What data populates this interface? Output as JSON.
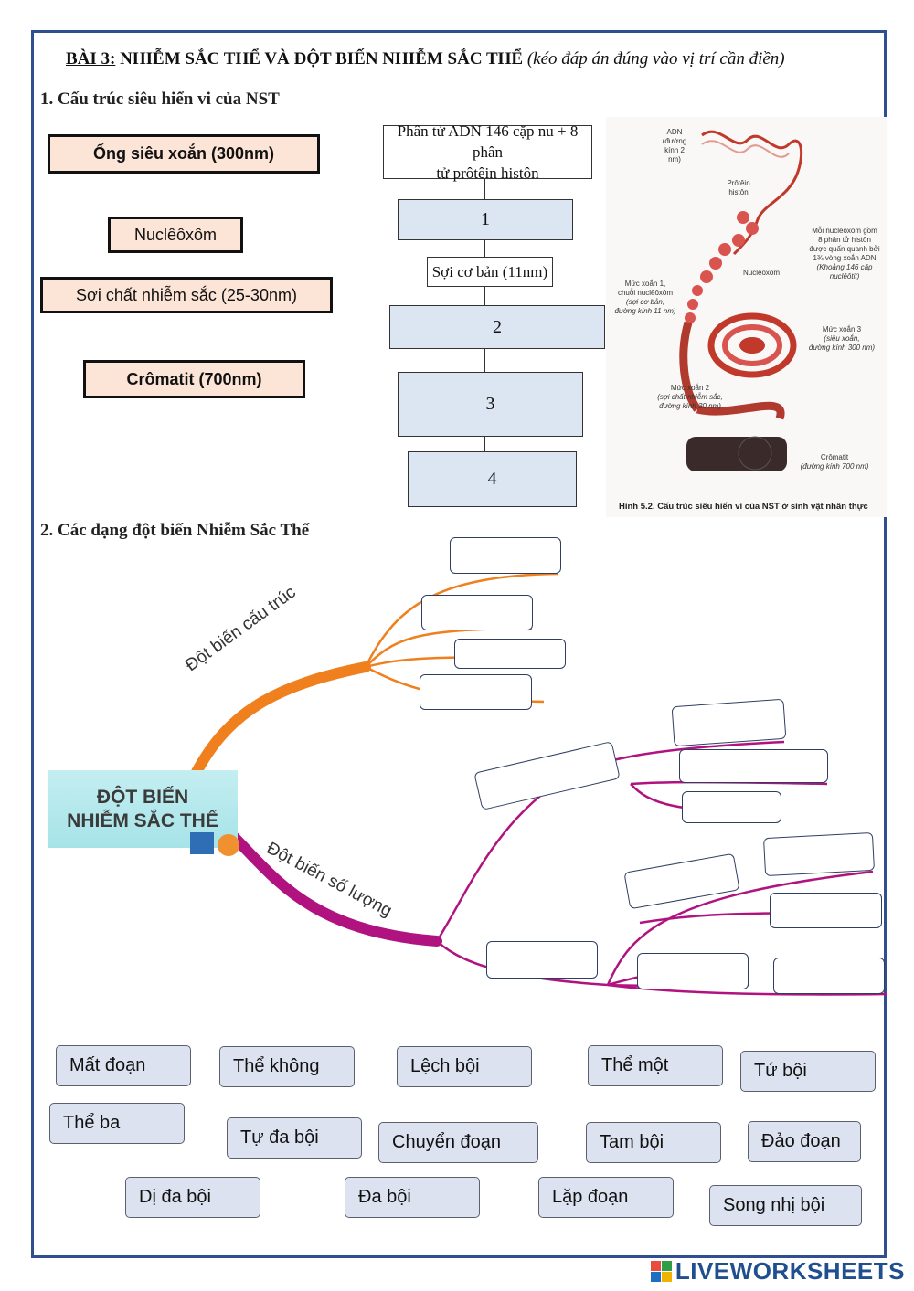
{
  "header": {
    "title_label": "BÀI 3:",
    "title_main": " NHIỄM SẮC THỂ VÀ ĐỘT BIẾN NHIỄM SẮC THỂ",
    "title_note": " (kéo đáp án đúng vào vị trí cần điền)"
  },
  "section1": {
    "heading": "1. Cấu trúc siêu hiển vi của NST",
    "answers": [
      "Ống siêu xoắn (300nm)",
      "Nuclêôxôm",
      "Sơi chất nhiễm sắc (25-30nm)",
      "Crômatit (700nm)"
    ],
    "flow": {
      "top_line1": "Phân tử ADN 146 cặp nu + 8 phân",
      "top_line2": "tử prôtêin histôn",
      "box1": "1",
      "middle": "Sợi cơ bản (11nm)",
      "box2": "2",
      "box3": "3",
      "box4": "4"
    },
    "figure": {
      "adn": "ADN",
      "adn_sub": "(đường kính 2 nm)",
      "protein_1": "Prôtêin",
      "protein_2": "histôn",
      "nucleosome_note_1": "Mỗi nuclêôxôm gồm",
      "nucleosome_note_2": "8 phân tử histôn",
      "nucleosome_note_3": "được quấn quanh bởi",
      "nucleosome_note_4": "1¾ vòng xoắn ADN",
      "nucleosome_note_5": "(Khoảng 146 cặp",
      "nucleosome_note_6": "nuclêôtit)",
      "nucleosome": "Nuclêôxôm",
      "level1_1": "Mức xoắn 1,",
      "level1_2": "chuỗi nuclêôxôm",
      "level1_3": "(sợi cơ bản,",
      "level1_4": "đường kính 11 nm)",
      "level3_1": "Mức xoắn 3",
      "level3_2": "(siêu xoắn,",
      "level3_3": "đường kính 300 nm)",
      "level2_1": "Mức xoắn 2",
      "level2_2": "(sợi chất nhiễm sắc,",
      "level2_3": "đường kính 30 nm)",
      "chromatid_1": "Crômatit",
      "chromatid_2": "(đường kính 700 nm)",
      "caption": "Hình 5.2. Cấu trúc siêu hiển vi của NST ở sinh vật nhân thực"
    }
  },
  "section2": {
    "heading": "2. Các dạng đột biến Nhiễm Sắc Thể",
    "center_line1": "ĐỘT BIẾN",
    "center_line2": "NHIỄM SẮC THỂ",
    "branch_structure": "Đột biến cấu trúc",
    "branch_number": "Đột biến số lượng",
    "structure_color": "#f07f1e",
    "number_color": "#b0137f"
  },
  "word_bank": [
    "Mất đoạn",
    "Thể không",
    "Lệch bội",
    "Thể một",
    "Tứ bội",
    "Thể ba",
    "Tự đa bội",
    "Chuyển đoạn",
    "Tam bội",
    "Đảo đoạn",
    "Dị đa bội",
    "Đa bội",
    "Lặp đoạn",
    "Song nhị bội"
  ],
  "footer": {
    "logo": "LIVEWORKSHEETS"
  }
}
